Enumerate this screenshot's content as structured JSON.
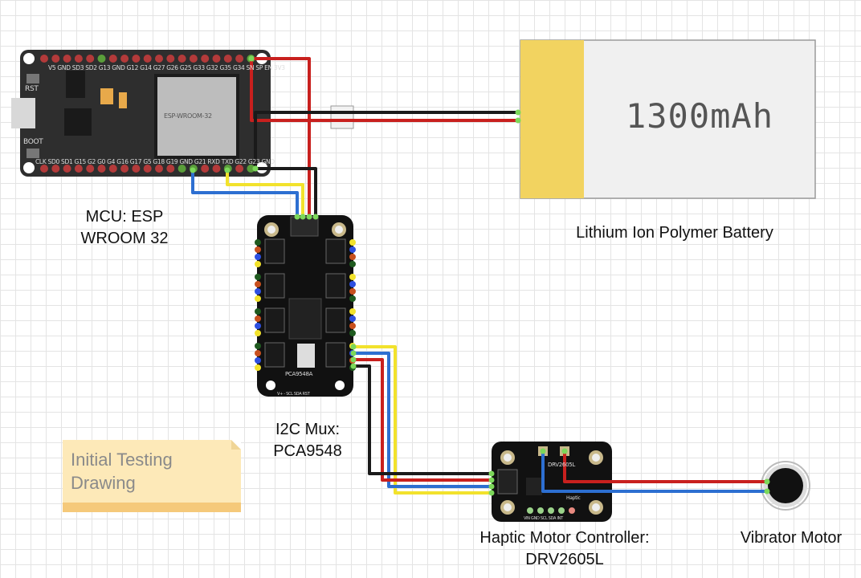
{
  "labels": {
    "mcu_line1": "MCU: ESP",
    "mcu_line2": "WROOM 32",
    "battery_label": "Lithium Ion Polymer Battery",
    "mux_line1": "I2C Mux:",
    "mux_line2": "PCA9548",
    "haptic_line1": "Haptic Motor Controller:",
    "haptic_line2": "DRV2605L",
    "motor_label": "Vibrator Motor"
  },
  "note": {
    "line1": "Initial Testing",
    "line2": "Drawing"
  },
  "battery": {
    "capacity": "1300mAh"
  },
  "esp32": {
    "top_pins": "V5 GND SD3 SD2 G13 GND G12 G14 G27 G26 G25 G33 G32 G35 G34 SN SP EN 3V3",
    "bottom_pins": "CLK SD0 SD1 G15 G2 G0 G4 G16 G17 G5 G18 G19 GND G21 RXD TXD G22 G23 GND",
    "rst": "RST",
    "boot": "BOOT",
    "module": "ESP-WROOM-32"
  },
  "mux": {
    "chip": "PCA9548A",
    "pins": "V+ - SCL SDA RST"
  },
  "haptic": {
    "chip": "DRV2605L",
    "text": "Haptic",
    "pins": "VIN GND SCL SDA INT"
  },
  "colors": {
    "red": "#c8201e",
    "black": "#1a1a1a",
    "yellow": "#f2e22c",
    "blue": "#2d6fd1",
    "board": "#2e2e2e",
    "battery_tab": "#f2d360"
  }
}
